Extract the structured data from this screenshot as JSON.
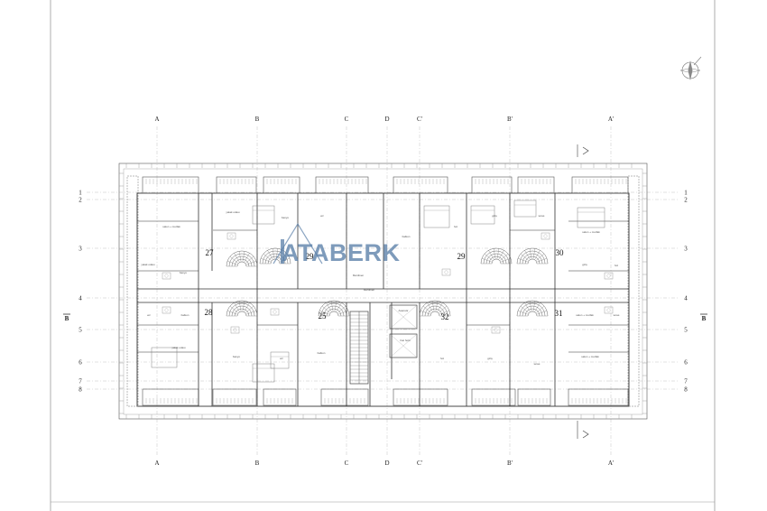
{
  "watermark": {
    "text": "ATABERK",
    "color": "#5a7fa8"
  },
  "grid": {
    "vertical_axes": [
      "A",
      "B",
      "C",
      "D",
      "C'",
      "B'",
      "A'"
    ],
    "horizontal_axes": [
      "1",
      "2",
      "3",
      "4",
      "5",
      "6",
      "7",
      "8"
    ],
    "section_marks": [
      "B",
      "B"
    ]
  },
  "units": [
    {
      "number": "27"
    },
    {
      "number": "29"
    },
    {
      "number": "29"
    },
    {
      "number": "30"
    },
    {
      "number": "28"
    },
    {
      "number": "25"
    },
    {
      "number": "32"
    },
    {
      "number": "31"
    }
  ],
  "room_tags": [
    "salon + mutfak",
    "yatak odası",
    "banyo",
    "wc",
    "balkon",
    "hol",
    "giriş",
    "teras"
  ],
  "core_labels": [
    "Merdiven",
    "Asansör",
    "Kat holü"
  ],
  "title_block": {
    "text": "",
    "scale": ""
  },
  "icons": [
    "north-arrow-icon",
    "section-arrow-icon"
  ]
}
